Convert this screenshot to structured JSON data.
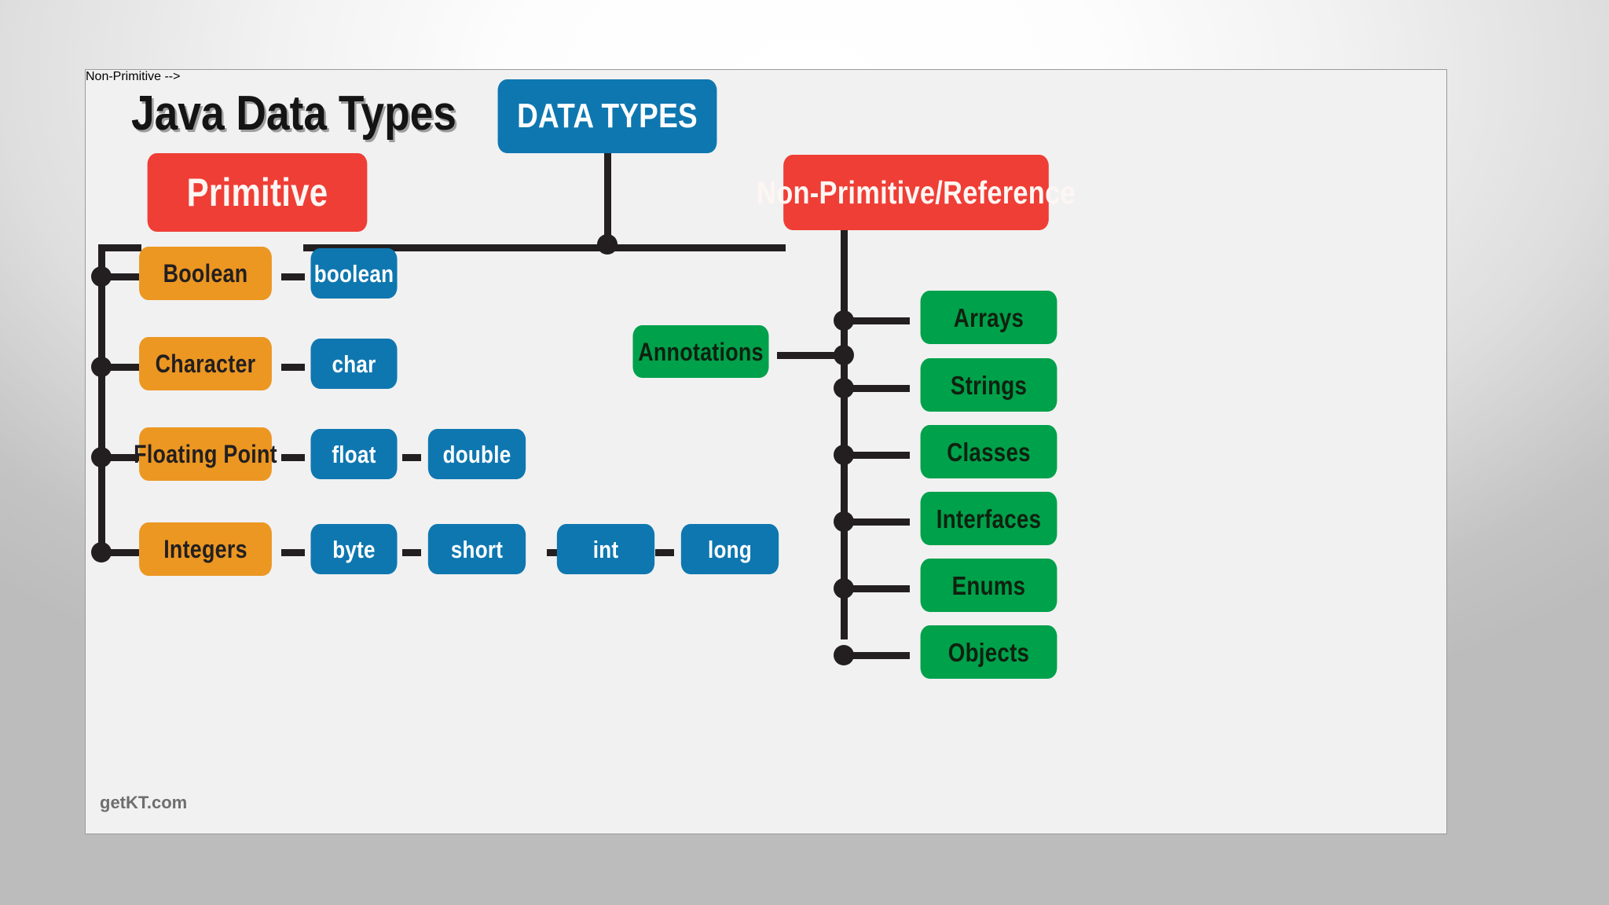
{
  "diagram": {
    "title": "Java Data Types",
    "footer": "getKT.com",
    "root": {
      "label": "DATA TYPES",
      "color": "#0E77B0"
    },
    "branches": [
      {
        "label": "Primitive",
        "color": "#EF3E36"
      },
      {
        "label": "Non-Primitive/Reference",
        "color": "#EF3E36"
      }
    ],
    "primitive_groups": [
      {
        "label": "Boolean",
        "color": "#EC9722",
        "types": [
          {
            "label": "boolean",
            "color": "#0E77B0"
          }
        ]
      },
      {
        "label": "Character",
        "color": "#EC9722",
        "types": [
          {
            "label": "char",
            "color": "#0E77B0"
          }
        ]
      },
      {
        "label": "Floating Point",
        "color": "#EC9722",
        "types": [
          {
            "label": "float",
            "color": "#0E77B0"
          },
          {
            "label": "double",
            "color": "#0E77B0"
          }
        ]
      },
      {
        "label": "Integers",
        "color": "#EC9722",
        "types": [
          {
            "label": "byte",
            "color": "#0E77B0"
          },
          {
            "label": "short",
            "color": "#0E77B0"
          },
          {
            "label": "int",
            "color": "#0E77B0"
          },
          {
            "label": "long",
            "color": "#0E77B0"
          }
        ]
      }
    ],
    "reference_types": [
      {
        "label": "Arrays",
        "color": "#00A14B"
      },
      {
        "label": "Strings",
        "color": "#00A14B"
      },
      {
        "label": "Classes",
        "color": "#00A14B"
      },
      {
        "label": "Interfaces",
        "color": "#00A14B"
      },
      {
        "label": "Enums",
        "color": "#00A14B"
      },
      {
        "label": "Objects",
        "color": "#00A14B"
      }
    ],
    "left_attached": [
      {
        "label": "Annotations",
        "color": "#00A14B"
      }
    ]
  }
}
